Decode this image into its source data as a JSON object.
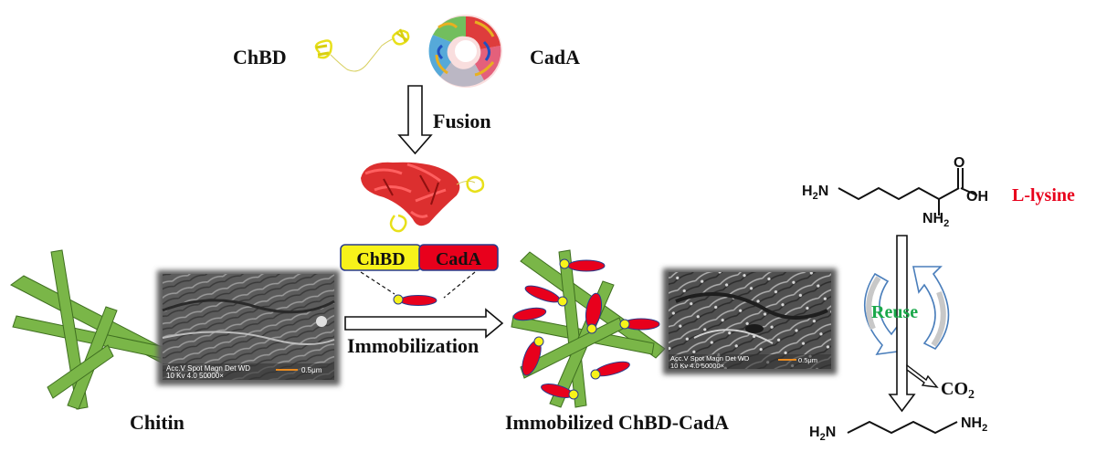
{
  "labels": {
    "chbd": "ChBD",
    "cada": "CadA",
    "fusion": "Fusion",
    "chitin": "Chitin",
    "immobilization": "Immobilization",
    "immobilized": "Immobilized ChBD-CadA",
    "reuse": "Reuse",
    "co2": "CO",
    "co2_sub": "2",
    "lysine": "L-lysine"
  },
  "fusion_bar": {
    "left": "ChBD",
    "right": "CadA"
  },
  "sem": {
    "line1": "Acc.V Spot Magn   Det  WD",
    "line2": "10 Kv  4.0   50000×",
    "scale": "0.5μm"
  },
  "lysine_structure": {
    "amine_left": "H",
    "amine_left_sub": "2",
    "amine_left_tail": "N",
    "carbonyl": "O",
    "hydroxyl": "OH",
    "alpha_amine": "NH",
    "alpha_amine_sub": "2"
  },
  "cadaverine_structure": {
    "left": "H",
    "left_sub": "2",
    "left_tail": "N",
    "right": "NH",
    "right_sub": "2"
  },
  "colors": {
    "chbd": "#f7f21a",
    "cada": "#e8001c",
    "fiber": "#7ab648",
    "lysine_label": "#e8001c",
    "reuse_label": "#1aa84a",
    "reuse_arrow": "#4a7ebb"
  }
}
